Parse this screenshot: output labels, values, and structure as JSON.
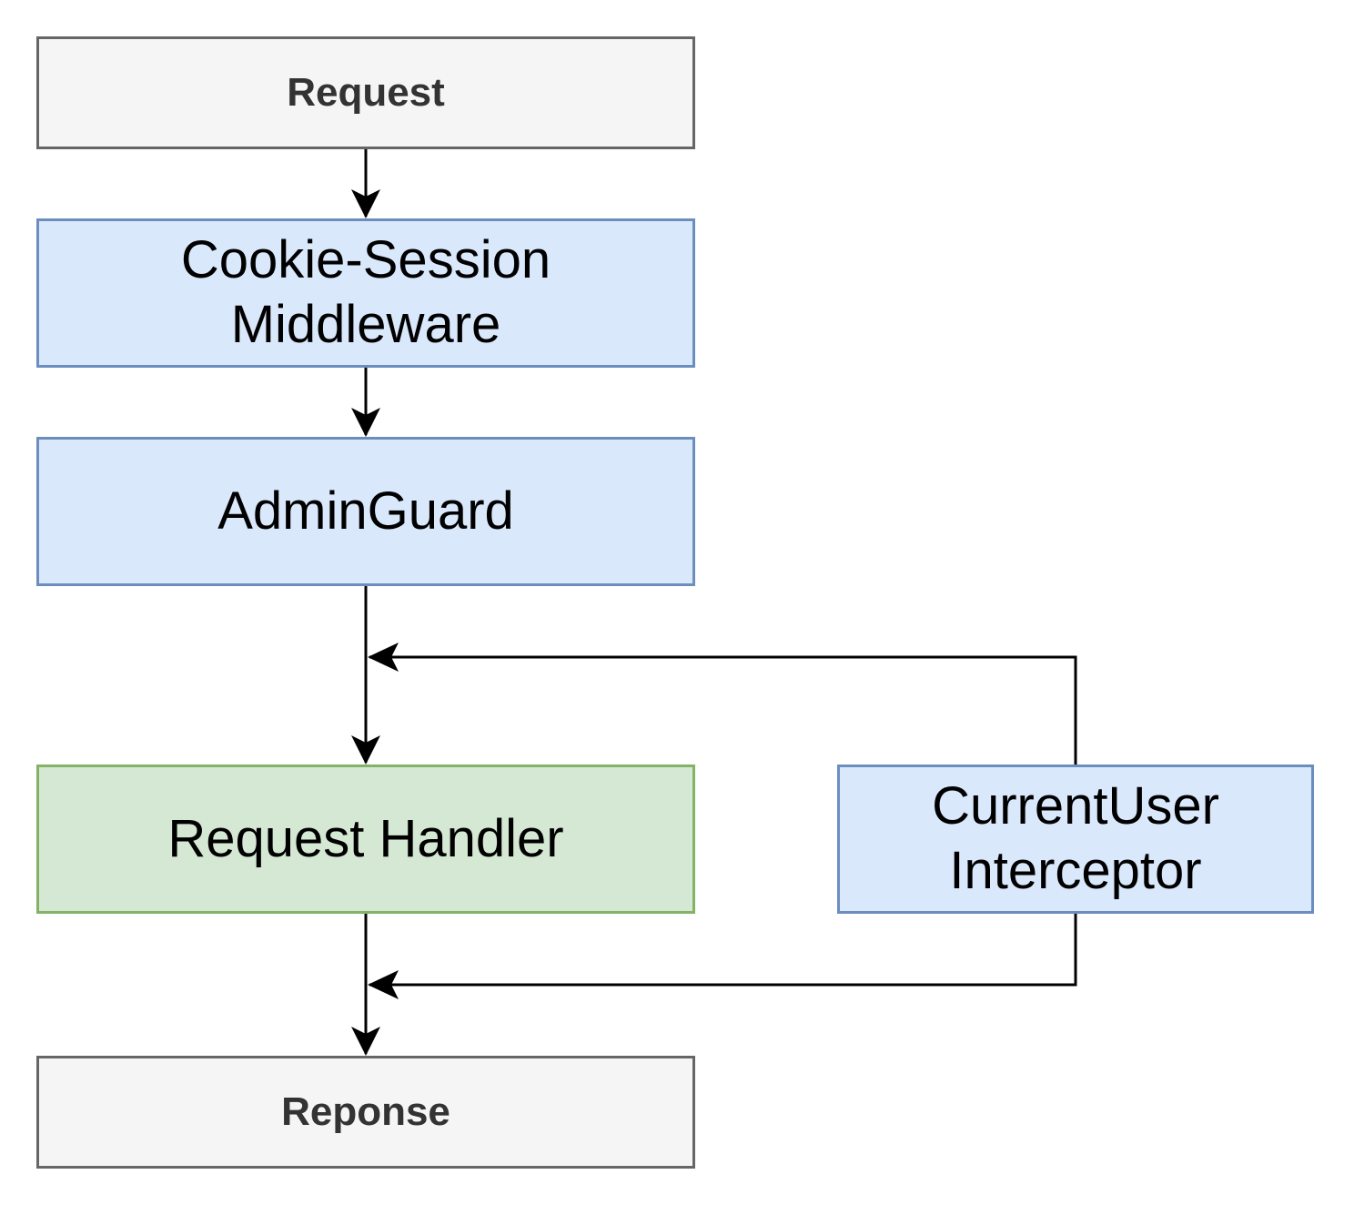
{
  "nodes": {
    "request": {
      "label": "Request"
    },
    "cookie_session": {
      "label": "Cookie-Session\nMiddleware"
    },
    "admin_guard": {
      "label": "AdminGuard"
    },
    "request_handler": {
      "label": "Request Handler"
    },
    "current_user": {
      "label": "CurrentUser\nInterceptor"
    },
    "response": {
      "label": "Reponse"
    }
  },
  "edges": [
    {
      "from": "request",
      "to": "cookie_session"
    },
    {
      "from": "cookie_session",
      "to": "admin_guard"
    },
    {
      "from": "admin_guard",
      "to": "request_handler"
    },
    {
      "from": "current_user",
      "to": "admin_guard-to-request_handler-edge"
    },
    {
      "from": "request_handler",
      "to": "response"
    },
    {
      "from": "current_user",
      "to": "request_handler-to-response-edge"
    }
  ],
  "colors": {
    "gray_fill": "#f5f5f5",
    "gray_stroke": "#666666",
    "blue_fill": "#dae8fc",
    "blue_stroke": "#6c8ebf",
    "green_fill": "#d5e8d4",
    "green_stroke": "#82b366",
    "edge": "#000000"
  }
}
